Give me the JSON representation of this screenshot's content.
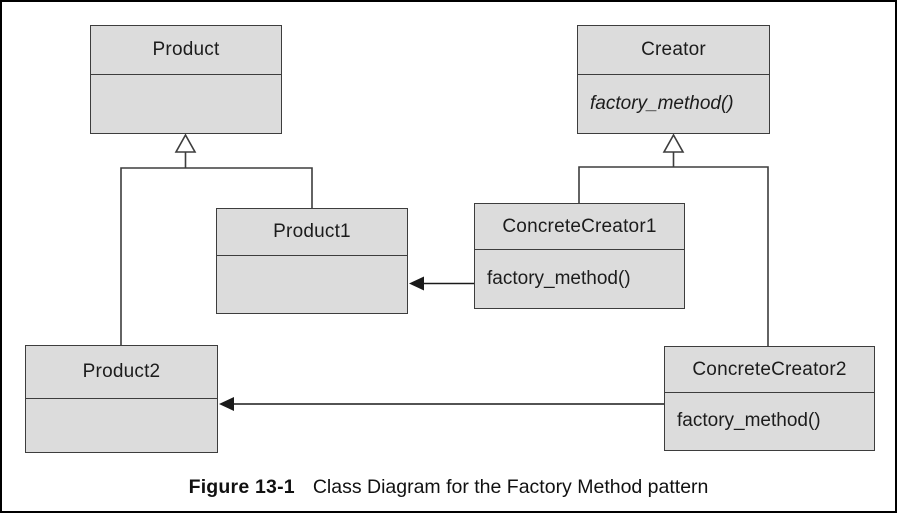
{
  "figure": {
    "caption_label": "Figure 13-1",
    "caption_text": "Class Diagram for the Factory Method pattern"
  },
  "classes": [
    {
      "name": "Product",
      "method": ""
    },
    {
      "name": "Creator",
      "method": "factory_method()",
      "method_style": "italic-abstract"
    },
    {
      "name": "Product1",
      "method": ""
    },
    {
      "name": "ConcreteCreator1",
      "method": "factory_method()"
    },
    {
      "name": "Product2",
      "method": ""
    },
    {
      "name": "ConcreteCreator2",
      "method": "factory_method()"
    }
  ],
  "relationships": [
    {
      "type": "inheritance",
      "from": "Product1",
      "to": "Product",
      "arrowhead": "hollow-triangle"
    },
    {
      "type": "inheritance",
      "from": "Product2",
      "to": "Product",
      "arrowhead": "hollow-triangle"
    },
    {
      "type": "inheritance",
      "from": "ConcreteCreator1",
      "to": "Creator",
      "arrowhead": "hollow-triangle"
    },
    {
      "type": "inheritance",
      "from": "ConcreteCreator2",
      "to": "Creator",
      "arrowhead": "hollow-triangle"
    },
    {
      "type": "creates",
      "from": "ConcreteCreator1",
      "to": "Product1",
      "arrowhead": "solid-triangle"
    },
    {
      "type": "creates",
      "from": "ConcreteCreator2",
      "to": "Product2",
      "arrowhead": "solid-triangle"
    }
  ],
  "colors": {
    "box_fill": "#dcdcdc",
    "box_border": "#3d3d3d",
    "line": "#3d3d3d",
    "solid_arrowhead": "#1a1a1a",
    "text": "#1c1c1c",
    "background": "#ffffff",
    "frame_border": "#000000"
  }
}
